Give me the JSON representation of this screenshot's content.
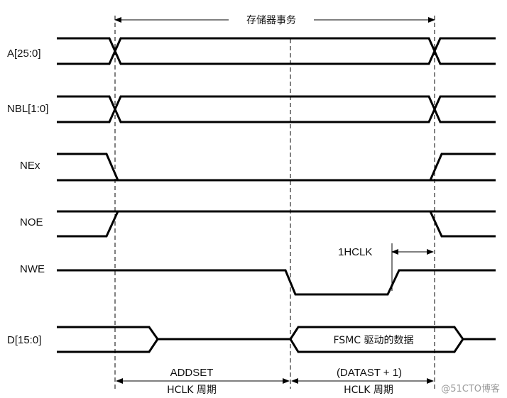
{
  "title": "存储器事务",
  "signals": [
    {
      "name": "A[25:0]"
    },
    {
      "name": "NBL[1:0]"
    },
    {
      "name": "NEx"
    },
    {
      "name": "NOE"
    },
    {
      "name": "NWE"
    },
    {
      "name": "D[15:0]"
    }
  ],
  "annotations": {
    "hclk1": "1HCLK",
    "data_label": "FSMC 驱动的数据",
    "addset_line1": "ADDSET",
    "addset_line2": "HCLK 周期",
    "datast_line1": "(DATAST + 1)",
    "datast_line2": "HCLK 周期"
  },
  "watermark": "@51CTO博客"
}
